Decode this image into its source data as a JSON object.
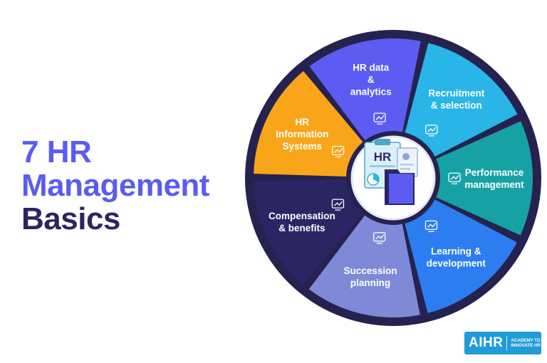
{
  "title": {
    "line1": "7 HR",
    "line2": "Management",
    "line3": "Basics"
  },
  "colors": {
    "title_blue": "#5b5cf0",
    "title_dark": "#2b2563",
    "rim": "#26224f",
    "recruitment": "#29b5e8",
    "performance": "#16a2a5",
    "learning": "#2c7df0",
    "succession": "#7e8ad8",
    "compensation": "#2b2563",
    "hris": "#f9a51a",
    "analytics": "#5c5cf2",
    "logo": "#1f9bd8"
  },
  "wheel": {
    "center_label": "HR",
    "segments": [
      {
        "lines": [
          "Recruitment",
          "& selection"
        ],
        "color": "#29b5e8",
        "icon": "megaphone-icon"
      },
      {
        "lines": [
          "Performance",
          "management"
        ],
        "color": "#16a2a5",
        "icon": "chart-folder-icon"
      },
      {
        "lines": [
          "Learning &",
          "development"
        ],
        "color": "#2c7df0",
        "icon": "presentation-icon"
      },
      {
        "lines": [
          "Succession",
          "planning"
        ],
        "color": "#7e8ad8",
        "icon": "people-ladder-icon"
      },
      {
        "lines": [
          "Compensation",
          "& benefits"
        ],
        "color": "#2b2563",
        "icon": "hand-coins-icon"
      },
      {
        "lines": [
          "HR",
          "Information",
          "Systems"
        ],
        "color": "#f9a51a",
        "icon": "network-people-icon"
      },
      {
        "lines": [
          "HR data",
          "&",
          "analytics"
        ],
        "color": "#5c5cf2",
        "icon": "analytics-icon"
      }
    ]
  },
  "logo": {
    "main": "AIHR",
    "sub_line1": "ACADEMY TO",
    "sub_line2": "INNOVATE HR"
  }
}
